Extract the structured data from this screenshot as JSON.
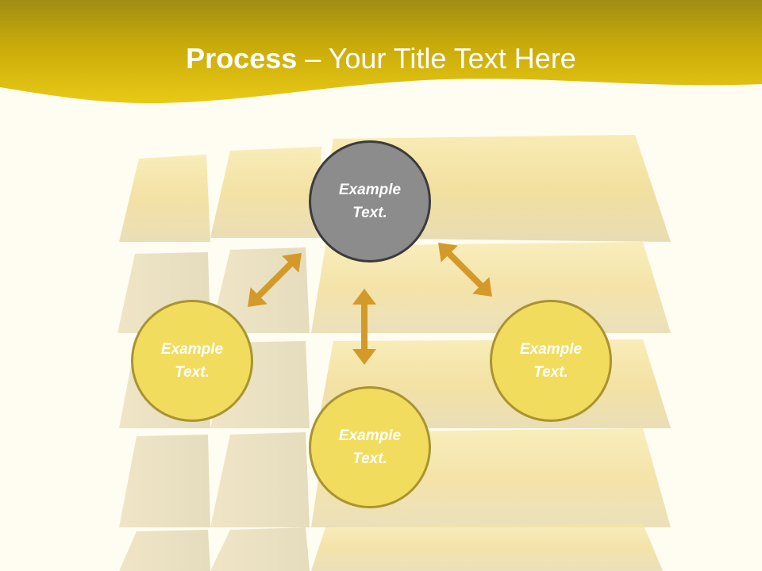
{
  "header": {
    "title_bold": "Process",
    "title_rest": " – Your Title Text Here"
  },
  "colors": {
    "banner": "#d8b300",
    "background": "#fffcf1",
    "node_center": "#8c8c8c",
    "node_yellow": "#f2dc5d",
    "arrow": "#d39a2a"
  },
  "diagram": {
    "nodes": {
      "top": "Example\nText.",
      "left": "Example\nText.",
      "bottom": "Example\nText.",
      "right": "Example\nText."
    }
  },
  "background_image": "stacked-gold-bars"
}
